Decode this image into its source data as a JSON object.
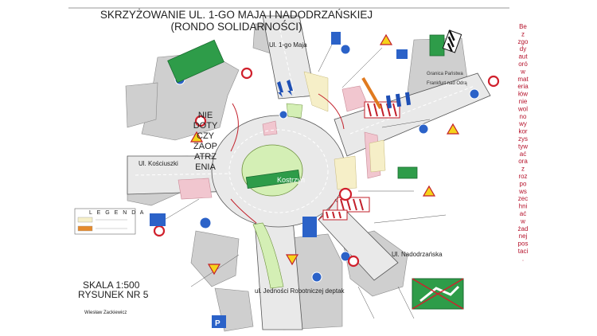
{
  "title": {
    "line1": "SKRZYŻOWANIE UL. 1-GO MAJA I NADODRZAŃSKIEJ",
    "line2": "(RONDO SOLIDARNOŚCI)"
  },
  "streets": {
    "north": "Ul. 1-go Maja",
    "west": "Ul. Kościuszki",
    "southeast": "Ul. Nadodrzańska",
    "south": "ul. Jedności Robotniczej deptak"
  },
  "stamp_lines": [
    "NIE",
    "DOTY",
    "CZY",
    "ZAOP",
    "ATRZ",
    "ENIA"
  ],
  "center_sign": "Kostrzyn",
  "right_labels": {
    "granica": "Granica Państwa",
    "frankfurt": "Frankfurt nad Odrą"
  },
  "legend": {
    "title": "L E G E N D A"
  },
  "scale": {
    "line1": "SKALA 1:500",
    "line2": "RYSUNEK NR 5"
  },
  "author": "Wiesław Zackiewicz",
  "side_note": [
    "Be",
    "z",
    "zgo",
    "dy",
    "aut",
    "oró",
    "w",
    "mat",
    "eria",
    "łów",
    "nie",
    "wol",
    "no",
    "wy",
    "kor",
    "zys",
    "tyw",
    "ać",
    "ora",
    "z",
    "roz",
    "po",
    "ws",
    "zec",
    "hni",
    "ać",
    "w",
    "żad",
    "nej",
    "pos",
    "taci",
    "."
  ]
}
